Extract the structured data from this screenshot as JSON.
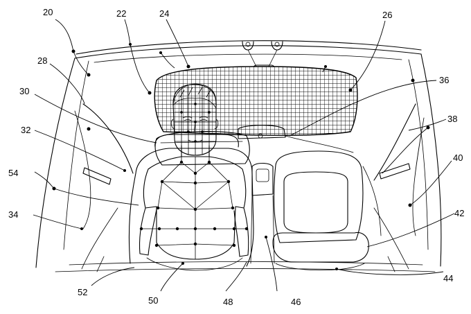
{
  "figure": {
    "reference_numerals": [
      {
        "id": "20",
        "label": "20"
      },
      {
        "id": "22",
        "label": "22"
      },
      {
        "id": "24",
        "label": "24"
      },
      {
        "id": "26",
        "label": "26"
      },
      {
        "id": "28",
        "label": "28"
      },
      {
        "id": "30",
        "label": "30"
      },
      {
        "id": "32",
        "label": "32"
      },
      {
        "id": "34",
        "label": "34"
      },
      {
        "id": "36",
        "label": "36"
      },
      {
        "id": "38",
        "label": "38"
      },
      {
        "id": "40",
        "label": "40"
      },
      {
        "id": "42",
        "label": "42"
      },
      {
        "id": "44",
        "label": "44"
      },
      {
        "id": "46",
        "label": "46"
      },
      {
        "id": "48",
        "label": "48"
      },
      {
        "id": "50",
        "label": "50"
      },
      {
        "id": "52",
        "label": "52"
      },
      {
        "id": "54",
        "label": "54"
      }
    ],
    "colors": {
      "ink": "#000000",
      "paper": "#ffffff"
    }
  }
}
